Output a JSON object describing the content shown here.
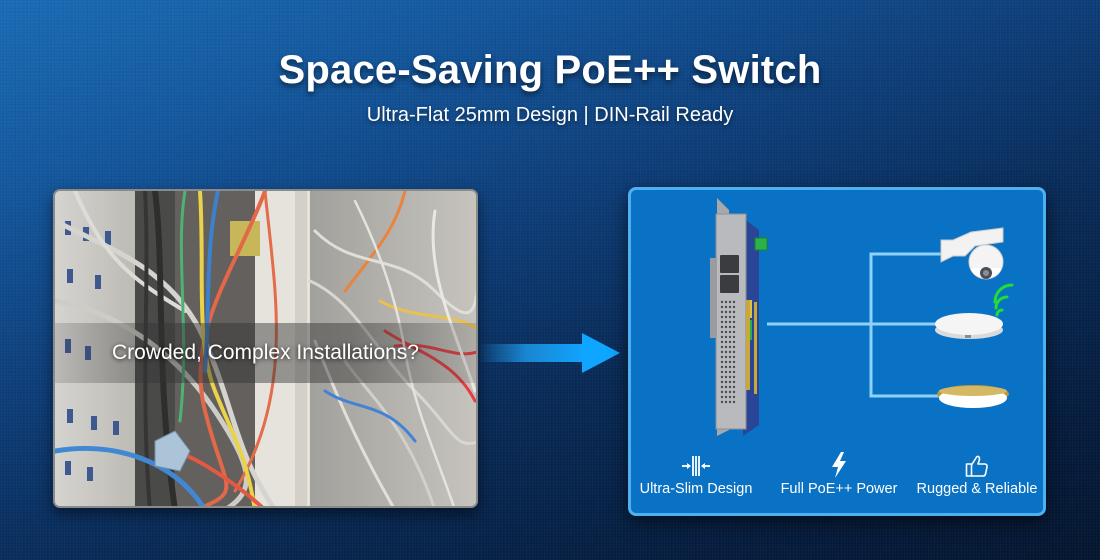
{
  "header": {
    "title": "Space-Saving PoE++ Switch",
    "subtitle": "Ultra-Flat 25mm Design | DIN-Rail Ready"
  },
  "problem_panel": {
    "image": "tangled-network-cables-photo",
    "caption": "Crowded, Complex Installations?"
  },
  "transition": {
    "icon": "arrow-right-icon",
    "color": "#1ea2f5"
  },
  "solution_panel": {
    "image": "din-rail-poe-switch",
    "connected_devices": [
      {
        "name": "ptz-camera",
        "icon": "ptz-camera-icon"
      },
      {
        "name": "wireless-access-point",
        "icon": "wireless-ap-icon"
      },
      {
        "name": "led-ceiling-light",
        "icon": "ceiling-light-icon"
      }
    ],
    "features": [
      {
        "icon": "compress-arrows-icon",
        "label": "Ultra-Slim Design"
      },
      {
        "icon": "lightning-bolt-icon",
        "label": "Full PoE++ Power"
      },
      {
        "icon": "thumbs-up-icon",
        "label": "Rugged & Reliable"
      }
    ]
  },
  "colors": {
    "background_top": "#1a6bb5",
    "background_bottom": "#04162f",
    "panel_fill": "#0a72c4",
    "panel_border": "#4fb0f0",
    "connector_line": "#8fd2f8",
    "wifi_signal": "#22dd33"
  }
}
